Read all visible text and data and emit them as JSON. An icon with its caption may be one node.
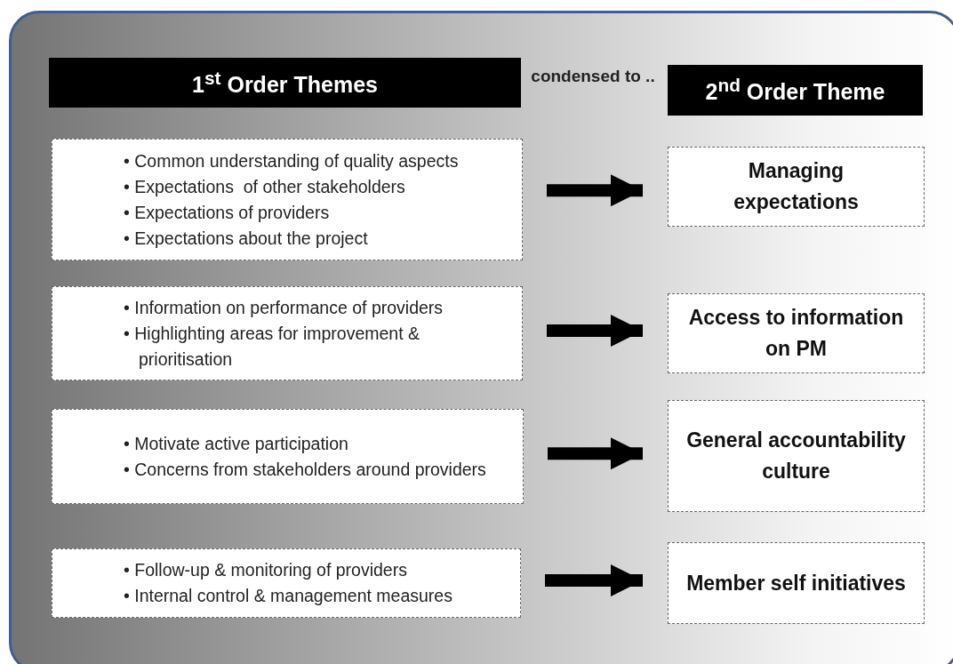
{
  "diagram": {
    "nodes": [
      {
        "text": [],
        "shape": "box"
      },
      {
        "text": [
          "1$^{st}$ Order Themes"
        ],
        "in": 0
      },
      {
        "text": [
          "2$^{nd}$ Order Theme"
        ],
        "in": 0
      },
      {
        "text": [
          "• Common understanding of quality aspects",
          "• Expectations  of other stakeholders",
          "• Expectations of providers",
          "• Expectations about the project"
        ],
        "in": 0
      },
      {
        "text": [
          "Managing expectations"
        ],
        "in": 0
      },
      {
        "text": [
          "• Information on performance of providers",
          "• Highlighting areas for improvement & prioritisation"
        ],
        "in": 0
      },
      {
        "text": [
          "Access to information on PM"
        ],
        "in": 0
      },
      {
        "text": [
          "• Motivate active participation",
          "• Concerns from stakeholders around providers"
        ],
        "in": 0
      },
      {
        "text": [
          "General accountability culture"
        ],
        "in": 0
      },
      {
        "text": [
          "• Follow-up & monitoring of providers",
          "• Internal control & management measures"
        ],
        "in": 0
      },
      {
        "text": [
          "Member self initiatives"
        ],
        "in": 0
      }
    ],
    "edges": [
      {
        "from": 3,
        "to": 4,
        "arrow": "to"
      },
      {
        "from": 5,
        "to": 6,
        "arrow": "to"
      },
      {
        "from": 7,
        "to": 8,
        "arrow": "to"
      },
      {
        "from": 9,
        "to": 10,
        "arrow": "to"
      }
    ],
    "labels": [
      "condensed to .."
    ]
  }
}
